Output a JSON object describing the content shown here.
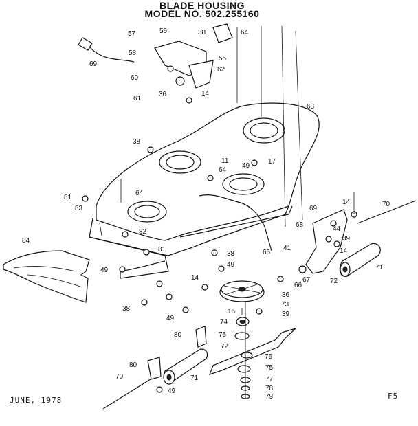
{
  "title": {
    "line1": "BLADE HOUSING",
    "line2": "MODEL NO. 502.255160"
  },
  "footer": {
    "date": "JUNE, 1978",
    "page": "F5"
  },
  "callouts": [
    {
      "id": "57",
      "text": "57"
    },
    {
      "id": "56",
      "text": "56"
    },
    {
      "id": "38a",
      "text": "38"
    },
    {
      "id": "64a",
      "text": "64"
    },
    {
      "id": "69",
      "text": "69"
    },
    {
      "id": "58",
      "text": "58"
    },
    {
      "id": "55",
      "text": "55"
    },
    {
      "id": "62",
      "text": "62"
    },
    {
      "id": "60",
      "text": "60"
    },
    {
      "id": "36a",
      "text": "36"
    },
    {
      "id": "14a",
      "text": "14"
    },
    {
      "id": "61",
      "text": "61"
    },
    {
      "id": "63",
      "text": "63"
    },
    {
      "id": "38b",
      "text": "38"
    },
    {
      "id": "11",
      "text": "11"
    },
    {
      "id": "64b",
      "text": "64"
    },
    {
      "id": "49a",
      "text": "49"
    },
    {
      "id": "17",
      "text": "17"
    },
    {
      "id": "81a",
      "text": "81"
    },
    {
      "id": "64c",
      "text": "64"
    },
    {
      "id": "83",
      "text": "83"
    },
    {
      "id": "14b",
      "text": "14"
    },
    {
      "id": "70a",
      "text": "70"
    },
    {
      "id": "69b",
      "text": "69"
    },
    {
      "id": "68",
      "text": "68"
    },
    {
      "id": "44",
      "text": "44"
    },
    {
      "id": "39a",
      "text": "39"
    },
    {
      "id": "82",
      "text": "82"
    },
    {
      "id": "84",
      "text": "84"
    },
    {
      "id": "81b",
      "text": "81"
    },
    {
      "id": "38c",
      "text": "38"
    },
    {
      "id": "65",
      "text": "65"
    },
    {
      "id": "41",
      "text": "41"
    },
    {
      "id": "14c",
      "text": "14"
    },
    {
      "id": "71a",
      "text": "71"
    },
    {
      "id": "49b",
      "text": "49"
    },
    {
      "id": "49c",
      "text": "49"
    },
    {
      "id": "14d",
      "text": "14"
    },
    {
      "id": "66",
      "text": "66"
    },
    {
      "id": "67",
      "text": "67"
    },
    {
      "id": "72a",
      "text": "72"
    },
    {
      "id": "36b",
      "text": "36"
    },
    {
      "id": "73",
      "text": "73"
    },
    {
      "id": "38d",
      "text": "38"
    },
    {
      "id": "16",
      "text": "16"
    },
    {
      "id": "39b",
      "text": "39"
    },
    {
      "id": "49d",
      "text": "49"
    },
    {
      "id": "74",
      "text": "74"
    },
    {
      "id": "80a",
      "text": "80"
    },
    {
      "id": "75a",
      "text": "75"
    },
    {
      "id": "72b",
      "text": "72"
    },
    {
      "id": "76",
      "text": "76"
    },
    {
      "id": "80b",
      "text": "80"
    },
    {
      "id": "75b",
      "text": "75"
    },
    {
      "id": "70b",
      "text": "70"
    },
    {
      "id": "71b",
      "text": "71"
    },
    {
      "id": "77",
      "text": "77"
    },
    {
      "id": "78",
      "text": "78"
    },
    {
      "id": "49e",
      "text": "49"
    },
    {
      "id": "79",
      "text": "79"
    }
  ]
}
